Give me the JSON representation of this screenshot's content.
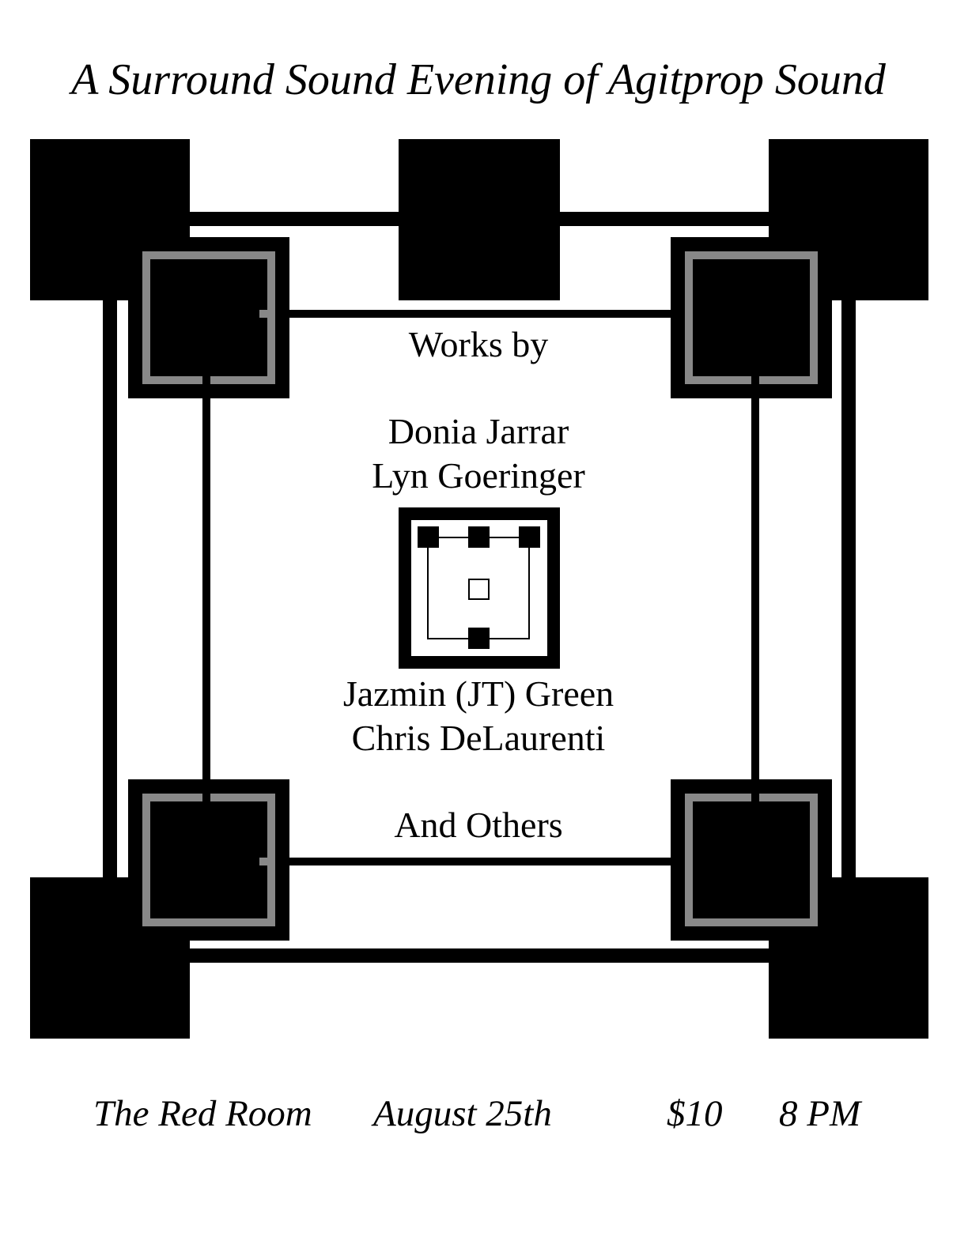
{
  "title": "A Surround Sound Evening of Agitprop Sound",
  "works_by_label": "Works by",
  "artists_top": [
    "Donia Jarrar",
    "Lyn Goeringer"
  ],
  "artists_bottom": [
    "Jazmin (JT) Green",
    "Chris DeLaurenti"
  ],
  "others_label": "And Others",
  "footer": {
    "venue": "The Red Room",
    "date": "August 25th",
    "price": "$10",
    "time": "8 PM"
  },
  "colors": {
    "ink": "#000000",
    "gray": "#888888",
    "paper": "#ffffff"
  }
}
